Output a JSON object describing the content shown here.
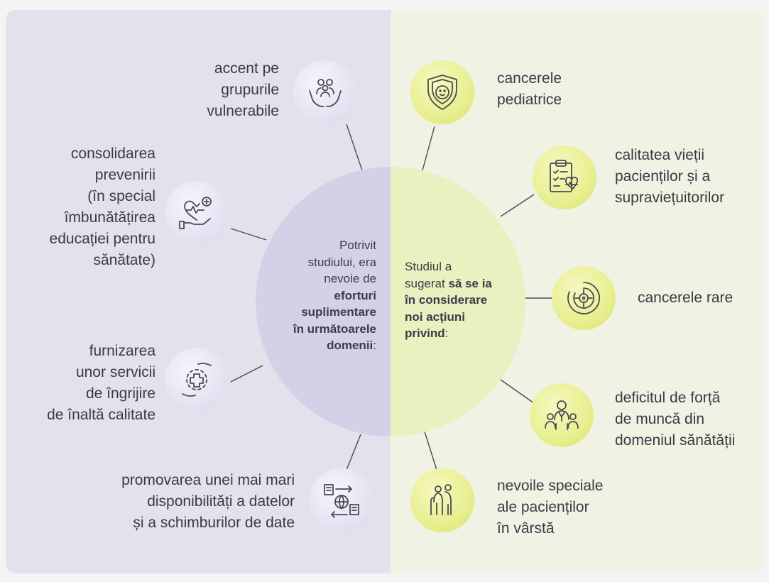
{
  "center": {
    "left": {
      "line1": "Potrivit",
      "line2": "studiului, era",
      "line3": "nevoie de",
      "bold1": "eforturi",
      "bold2": "suplimentare",
      "bold3": "în următoarele",
      "bold4": "domenii",
      "tail": ":"
    },
    "right": {
      "line1": "Studiul a",
      "line2_plain": "sugerat ",
      "line2_bold": "să se ia",
      "bold1": "în considerare",
      "bold2": "noi acțiuni",
      "bold3": "privind",
      "tail": ":"
    }
  },
  "left_items": [
    {
      "icon": "hands-group-icon",
      "lines": [
        "accent pe",
        "grupurile",
        "vulnerabile"
      ]
    },
    {
      "icon": "heart-hand-icon",
      "lines": [
        "consolidarea",
        "prevenirii",
        "(în special",
        "îmbunătățirea",
        "educației pentru",
        "sănătate)"
      ]
    },
    {
      "icon": "care-hands-cross-icon",
      "lines": [
        "furnizarea",
        "unor servicii",
        "de îngrijire",
        "de înaltă calitate"
      ]
    },
    {
      "icon": "data-exchange-icon",
      "lines": [
        "promovarea unei mai mari",
        "disponibilități a datelor",
        "și a schimburilor de date"
      ]
    }
  ],
  "right_items": [
    {
      "icon": "child-shield-icon",
      "lines": [
        "cancerele",
        "pediatrice"
      ]
    },
    {
      "icon": "clipboard-heart-icon",
      "lines": [
        "calitatea vieții",
        "pacienților și a",
        "supraviețuitorilor"
      ]
    },
    {
      "icon": "target-icon",
      "lines": [
        "cancerele rare"
      ]
    },
    {
      "icon": "health-workers-icon",
      "lines": [
        "deficitul de forță",
        "de muncă din",
        "domeniul sănătății"
      ]
    },
    {
      "icon": "elderly-couple-icon",
      "lines": [
        "nevoile speciale",
        "ale pacienților",
        "în vârstă"
      ]
    }
  ],
  "colors": {
    "left_panel": "#e3e1ec",
    "right_panel": "#f0f2e4",
    "left_center": "#d3d0e8",
    "right_center": "#eaf0c0",
    "text": "#3a3a44"
  }
}
